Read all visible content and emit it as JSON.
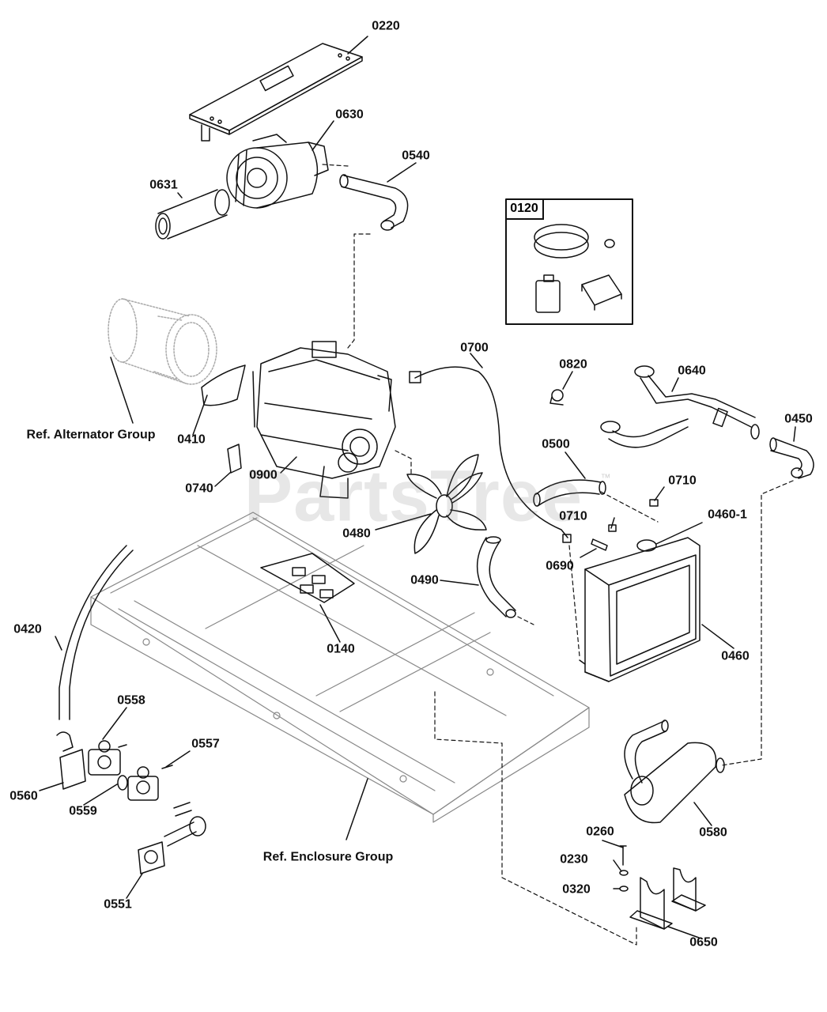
{
  "watermark": {
    "text": "PartsTree",
    "trademark": "™"
  },
  "inset": {
    "label": "0120"
  },
  "labels": {
    "p0220": "0220",
    "p0630": "0630",
    "p0540": "0540",
    "p0631": "0631",
    "p0700": "0700",
    "p0820": "0820",
    "p0640": "0640",
    "p0450": "0450",
    "ref_alternator": "Ref. Alternator Group",
    "p0410": "0410",
    "p0740": "0740",
    "p0900": "0900",
    "p0500": "0500",
    "p0710a": "0710",
    "p0710b": "0710",
    "p0460_1": "0460-1",
    "p0480": "0480",
    "p0690": "0690",
    "p0490": "0490",
    "p0420": "0420",
    "p0140": "0140",
    "p0460": "0460",
    "p0558": "0558",
    "p0557": "0557",
    "p0560": "0560",
    "p0559": "0559",
    "p0580": "0580",
    "p0260": "0260",
    "ref_enclosure": "Ref. Enclosure Group",
    "p0230": "0230",
    "p0320": "0320",
    "p0551": "0551",
    "p0650": "0650"
  }
}
